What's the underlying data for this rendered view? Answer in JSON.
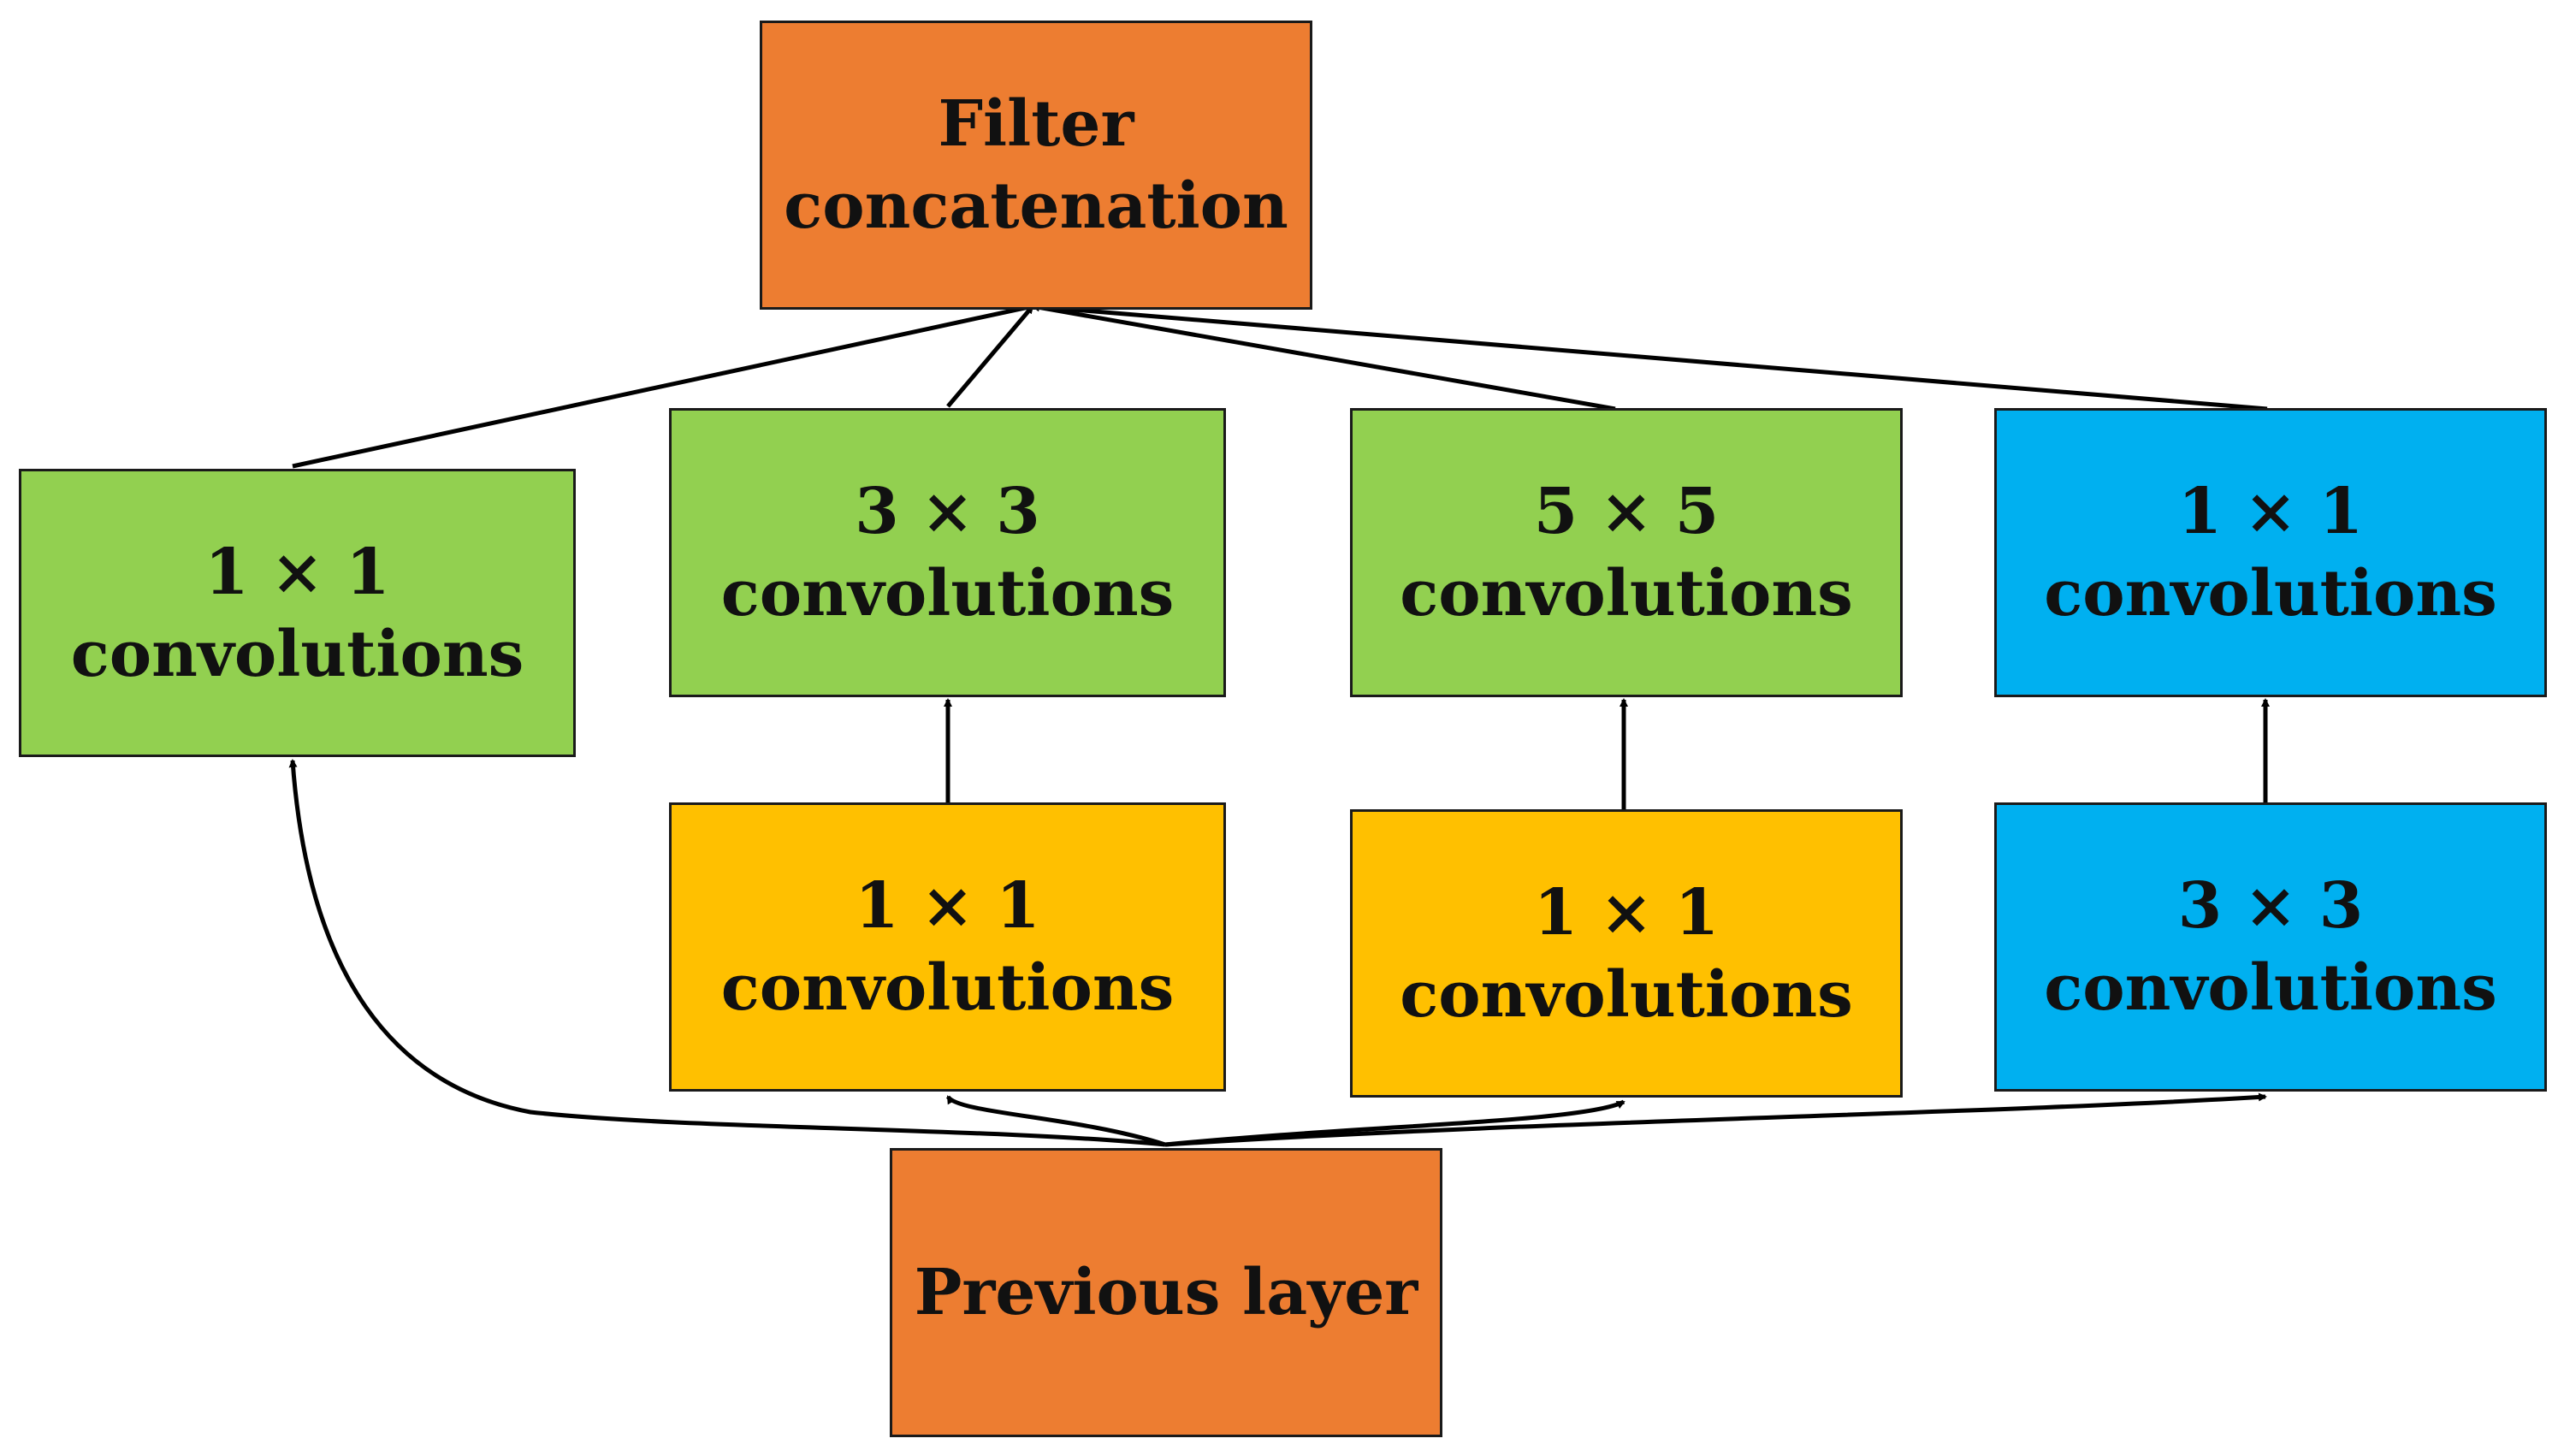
{
  "colors": {
    "orange": "#ED7D31",
    "green": "#92D050",
    "yellow": "#FFC000",
    "blue": "#00B0F0",
    "stroke": "#000000"
  },
  "nodes": {
    "filter_concat": {
      "line1": "Filter",
      "line2": "concatenation"
    },
    "conv1x1_a": {
      "line1": "1 × 1",
      "line2": "convolutions"
    },
    "conv3x3_a": {
      "line1": "3 × 3",
      "line2": "convolutions"
    },
    "conv5x5": {
      "line1": "5 × 5",
      "line2": "convolutions"
    },
    "conv1x1_d": {
      "line1": "1 × 1",
      "line2": "convolutions"
    },
    "conv1x1_b": {
      "line1": "1 × 1",
      "line2": "convolutions"
    },
    "conv1x1_c": {
      "line1": "1 × 1",
      "line2": "convolutions"
    },
    "conv3x3_b": {
      "line1": "3 × 3",
      "line2": "convolutions"
    },
    "previous_layer": {
      "line1": "Previous layer"
    }
  },
  "edges": [
    {
      "from": "previous_layer",
      "to": "conv1x1_a"
    },
    {
      "from": "previous_layer",
      "to": "conv1x1_b"
    },
    {
      "from": "previous_layer",
      "to": "conv1x1_c"
    },
    {
      "from": "previous_layer",
      "to": "conv3x3_b"
    },
    {
      "from": "conv1x1_b",
      "to": "conv3x3_a"
    },
    {
      "from": "conv1x1_c",
      "to": "conv5x5"
    },
    {
      "from": "conv3x3_b",
      "to": "conv1x1_d"
    },
    {
      "from": "conv1x1_a",
      "to": "filter_concat"
    },
    {
      "from": "conv3x3_a",
      "to": "filter_concat"
    },
    {
      "from": "conv5x5",
      "to": "filter_concat"
    },
    {
      "from": "conv1x1_d",
      "to": "filter_concat"
    }
  ]
}
